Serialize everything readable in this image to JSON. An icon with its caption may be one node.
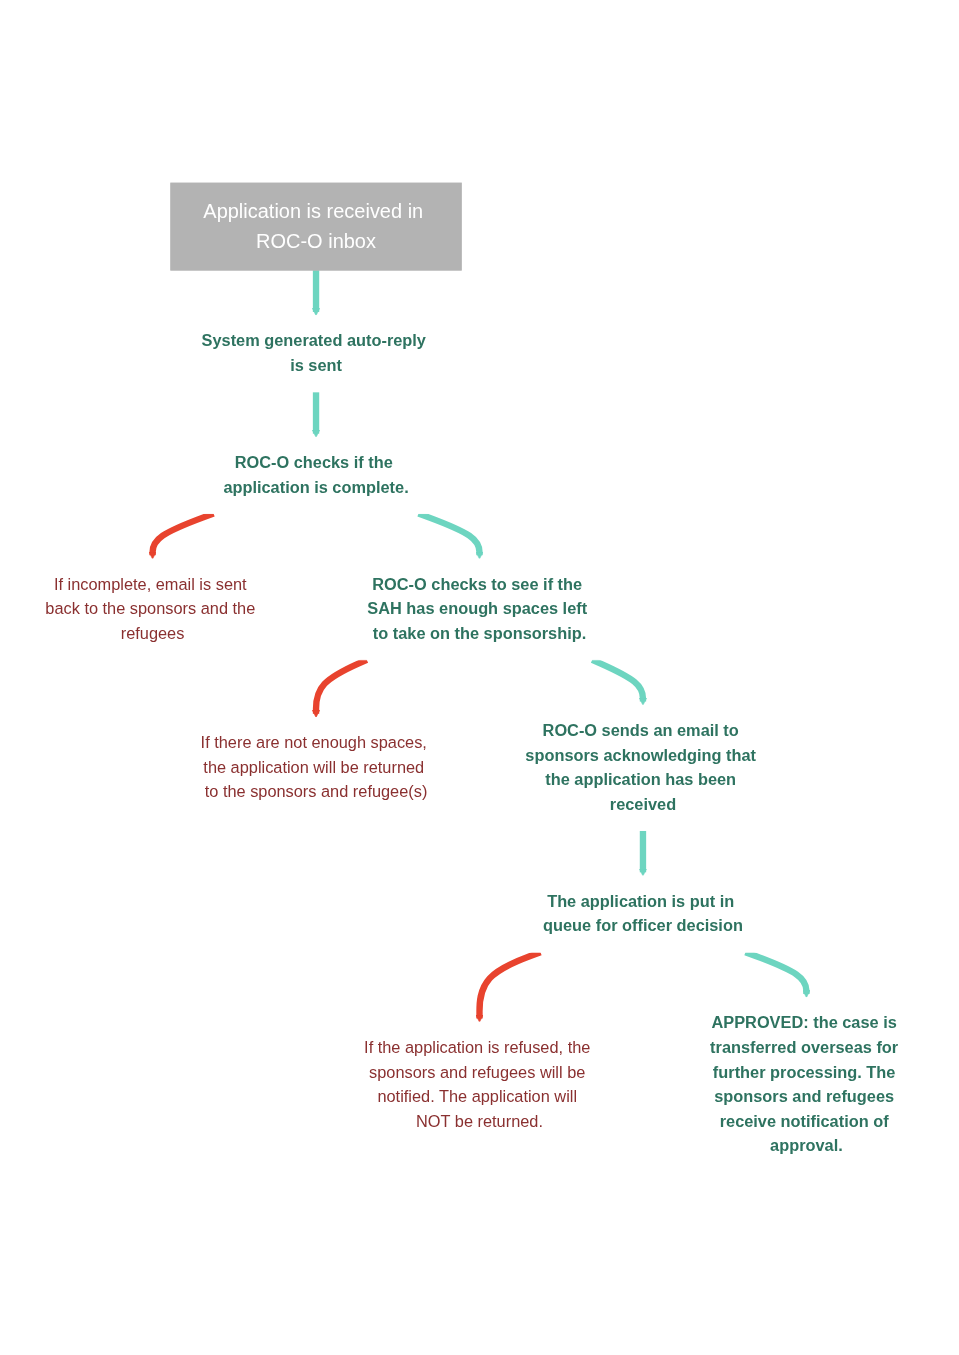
{
  "diagram": {
    "nodes": [
      {
        "text": [
          "Application is received in ROC-O inbox"
        ]
      },
      {
        "text": [
          "System generated auto-reply is sent"
        ]
      },
      {
        "text": [
          "ROC-O checks if the application is complete."
        ]
      },
      {
        "text": [
          "If incomplete, email is sent back to the sponsors and the refugees"
        ]
      },
      {
        "text": [
          "ROC-O checks to see if the SAH has enough spaces left to take on the sponsorship."
        ]
      },
      {
        "text": [
          "If there are not enough spaces, the application will be returned to the sponsors and refugee(s)"
        ]
      },
      {
        "text": [
          "ROC-O sends an email to sponsors acknowledging that the application has been received"
        ]
      },
      {
        "text": [
          "The application is put in queue for officer decision"
        ]
      },
      {
        "text": [
          "If the application is refused, the sponsors and refugees will be notified. The application will NOT be returned."
        ]
      },
      {
        "text": [
          "APPROVED: the case is transferred overseas for further processing. The sponsors and refugees receive notification of approval."
        ]
      }
    ],
    "edges": [
      {
        "from": 0,
        "to": 1,
        "arrow": "to"
      },
      {
        "from": 1,
        "to": 2,
        "arrow": "to"
      },
      {
        "from": 2,
        "to": 3,
        "arrow": "to",
        "color": "#e8432e"
      },
      {
        "from": 2,
        "to": 4,
        "arrow": "to"
      },
      {
        "from": 4,
        "to": 5,
        "arrow": "to",
        "color": "#e8432e"
      },
      {
        "from": 4,
        "to": 6,
        "arrow": "to"
      },
      {
        "from": 6,
        "to": 7,
        "arrow": "to"
      },
      {
        "from": 7,
        "to": 8,
        "arrow": "to",
        "color": "#e8432e"
      },
      {
        "from": 7,
        "to": 9,
        "arrow": "to"
      }
    ]
  }
}
